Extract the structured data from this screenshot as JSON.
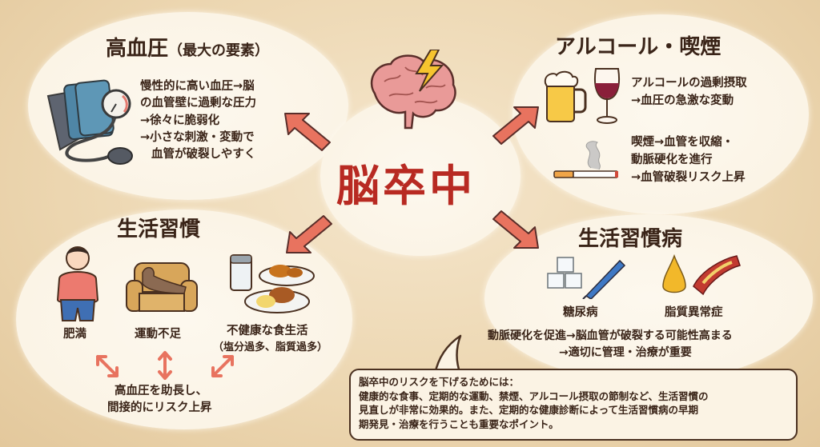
{
  "center": {
    "title": "脳卒中",
    "icon": "brain-lightning-icon"
  },
  "hypertension": {
    "title": "高血圧",
    "subtitle": "（最大の要素）",
    "icon": "blood-pressure-monitor-icon",
    "lines": [
      "慢性的に高い血圧→脳",
      "の血管壁に過剰な圧力",
      "→徐々に脆弱化",
      "→小さな刺激・変動で",
      "血管が破裂しやすく"
    ]
  },
  "alcohol_smoking": {
    "title": "アルコール・喫煙",
    "alcohol_icons": [
      "beer-mug-icon",
      "wine-glass-icon"
    ],
    "alcohol_lines": [
      "アルコールの過剰摂取",
      "→血圧の急激な変動"
    ],
    "smoking_icon": "cigarette-icon",
    "smoking_lines": [
      "喫煙→血管を収縮・",
      "動脈硬化を進行",
      "→血管破裂リスク上昇"
    ]
  },
  "lifestyle": {
    "title": "生活習慣",
    "items": [
      {
        "label": "肥満",
        "icon": "obese-person-icon"
      },
      {
        "label": "運動不足",
        "icon": "couch-potato-icon"
      },
      {
        "label": "不健康な食生活",
        "sub": "（塩分過多、脂質過多）",
        "icon": "salt-fried-food-icon"
      }
    ],
    "summary_lines": [
      "高血圧を助長し、",
      "間接的にリスク上昇"
    ]
  },
  "lifestyle_disease": {
    "title": "生活習慣病",
    "items": [
      {
        "label": "糖尿病",
        "icon": "sugar-insulin-pen-icon"
      },
      {
        "label": "脂質異常症",
        "icon": "oil-drop-artery-icon"
      }
    ],
    "lines": [
      "動脈硬化を促進→脳血管が破裂する可能性高まる",
      "→適切に管理・治療が重要"
    ]
  },
  "callout": {
    "lines": [
      "脳卒中のリスクを下げるためには：",
      "健康的な食事、定期的な運動、禁煙、アルコール摂取の節制など、生活習慣の",
      "見直しが非常に効果的。また、定期的な健康診断によって生活習慣病の早期",
      "期発見・治療を行うことも重要なポイント。"
    ]
  },
  "colors": {
    "background": "#ecd6b0",
    "blob": "#fbf4e6",
    "accent_red": "#b82a22",
    "arrow": "#e8735f",
    "text": "#3a2418"
  }
}
